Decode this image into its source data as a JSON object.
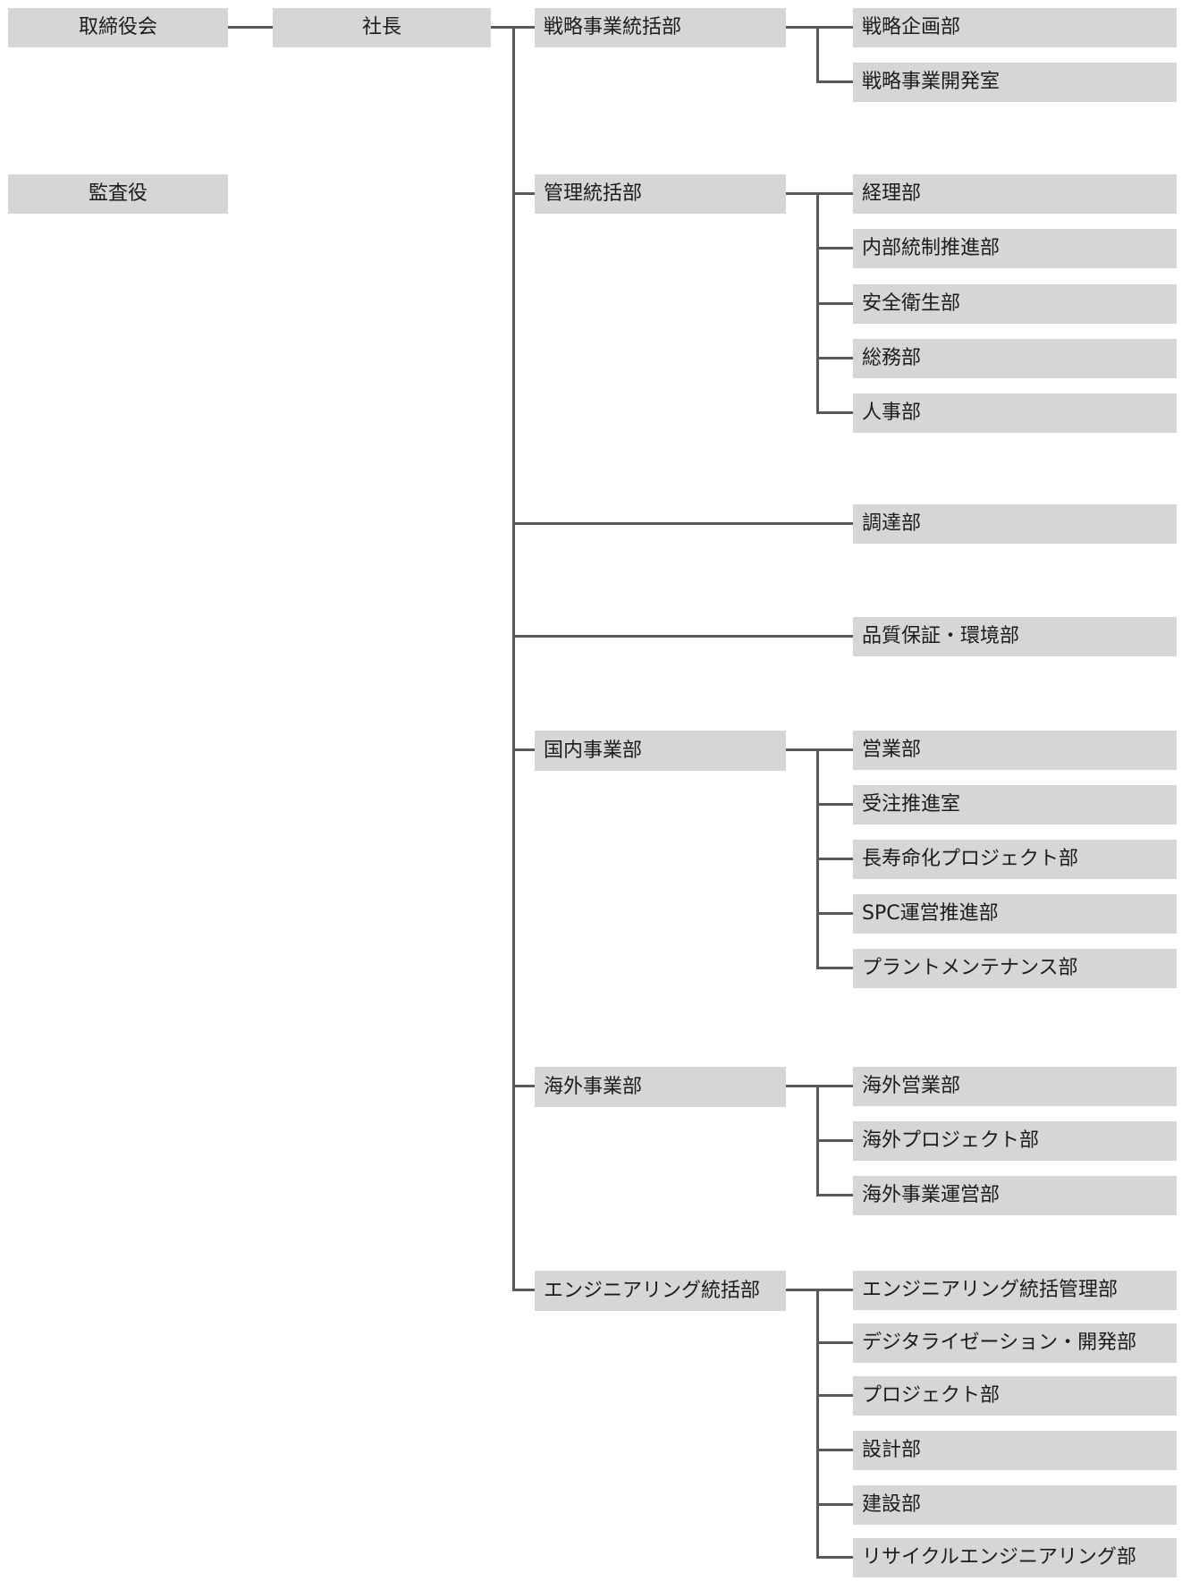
{
  "org": {
    "board": "取締役会",
    "auditor": "監査役",
    "president": "社長",
    "divisions": [
      {
        "name": "戦略事業統括部",
        "children": [
          "戦略企画部",
          "戦略事業開発室"
        ]
      },
      {
        "name": "管理統括部",
        "children": [
          "経理部",
          "内部統制推進部",
          "安全衛生部",
          "総務部",
          "人事部"
        ]
      },
      {
        "name": "",
        "children": [
          "調達部"
        ]
      },
      {
        "name": "",
        "children": [
          "品質保証・環境部"
        ]
      },
      {
        "name": "国内事業部",
        "children": [
          "営業部",
          "受注推進室",
          "長寿命化プロジェクト部",
          "SPC運営推進部",
          "プラントメンテナンス部"
        ]
      },
      {
        "name": "海外事業部",
        "children": [
          "海外営業部",
          "海外プロジェクト部",
          "海外事業運営部"
        ]
      },
      {
        "name": "エンジニアリング統括部",
        "children": [
          "エンジニアリング統括管理部",
          "デジタライゼーション・開発部",
          "プロジェクト部",
          "設計部",
          "建設部",
          "リサイクルエンジニアリング部"
        ]
      }
    ]
  }
}
